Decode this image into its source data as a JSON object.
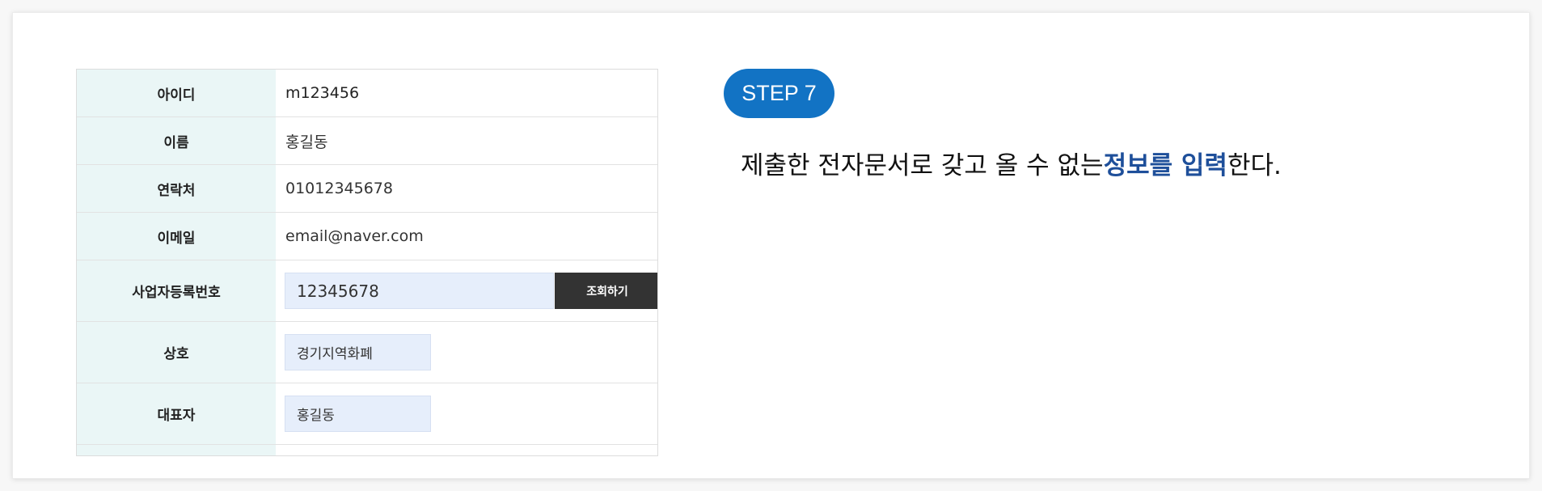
{
  "step": {
    "badge": "STEP 7"
  },
  "description": {
    "before": "제출한 전자문서로 갖고 올 수 없는",
    "highlight": "정보를 입력",
    "after": "한다."
  },
  "form": {
    "rows": [
      {
        "label": "아이디",
        "value": "m123456"
      },
      {
        "label": "이름",
        "value": "홍길동"
      },
      {
        "label": "연락처",
        "value": "01012345678"
      },
      {
        "label": "이메일",
        "value": "email@naver.com"
      },
      {
        "label": "사업자등록번호",
        "value": "12345678",
        "button": "조회하기"
      },
      {
        "label": "상호",
        "value": "경기지역화폐"
      },
      {
        "label": "대표자",
        "value": "홍길동"
      }
    ]
  },
  "colors": {
    "label_bg": "#eaf6f6",
    "input_bg": "#e6eefb",
    "badge_bg": "#1273c4",
    "highlight_text": "#1e4f9a",
    "button_bg": "#333333"
  }
}
